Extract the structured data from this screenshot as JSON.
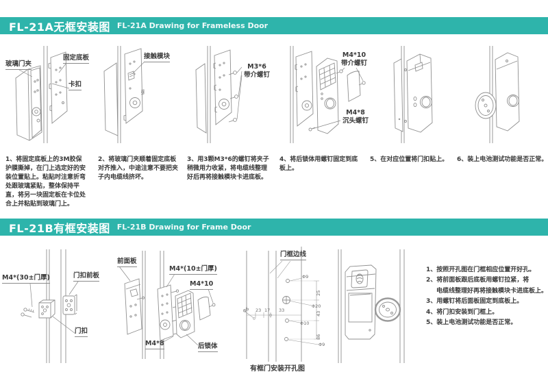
{
  "colors": {
    "header_bg": "#2eb4ab",
    "header_text": "#ffffff",
    "body_text": "#3a3a3a",
    "line_art": "#8f8f8f"
  },
  "section_a": {
    "title_zh": "FL-21A无框安装图",
    "title_en": "FL-21A Drawing for Frameless Door",
    "labels": {
      "glass_clamp": "玻璃门夹",
      "fixed_base_plate": "固定底板",
      "clip": "卡扣",
      "contact_module": "接触模块",
      "m3x6_size": "M3*6",
      "m3x6_type": "带介螺钉",
      "m4x10_size": "M4*10",
      "m4x10_type": "带介螺钉",
      "m4x8_size": "M4*8",
      "m4x8_type": "沉头螺钉"
    },
    "steps": [
      "1、将固定底板上的3M胶保护膜撕掉，在门上选定好的安装位置贴上。粘贴时注意折弯处跟玻璃紧贴，整体保持平直，将另一块固定板在卡位处合上并粘贴到玻璃门上。",
      "2、将玻璃门夹顺着固定底板对齐推入，中途注意不要把夹子内电缆线挤坏。",
      "3、用3颗M3*6的螺钉将夹子稍微用力收紧，将电缆线整理好后再将接触模块卡进底板。",
      "4、将后锁体用螺钉固定到底板上。",
      "5、在对应位置将门扣贴上。",
      "6、装上电池测试功能是否正常。"
    ]
  },
  "section_b": {
    "title_zh": "FL-21B有框安装图",
    "title_en": "FL-21B Drawing for Frame Door",
    "labels": {
      "m4_30_door_thickness": "M4*(30±门厚)",
      "catch_front_plate": "门扣前板",
      "door_catch": "门扣",
      "front_panel": "前面板",
      "m4_10_door_thickness": "M4*(10±门厚)",
      "m4x10": "M4*10",
      "m4x8": "M4*8",
      "rear_lock_body": "后锁体",
      "frame_edge_line": "门框边线"
    },
    "drill_diagram": {
      "caption": "有框门安装开孔图",
      "dims_horizontal": [
        "23",
        "17",
        "33"
      ],
      "dims_vertical": [
        "25",
        "43",
        "86"
      ],
      "dim_left": "Φ6",
      "hole_callouts": [
        "Φ9",
        "Φ20",
        "Φ10",
        "Φ9"
      ]
    },
    "steps_lines": [
      "1、按照开孔图在门框相应位置开好孔。",
      "2、将前面板跟后底板用螺钉拉紧，将",
      "电缆线整理好再将接触模块卡进底板上。",
      "3、用螺钉将后面板固定到底板上。",
      "4、将门扣安装到门框上。",
      "5、装上电池测试功能是否正常。"
    ]
  }
}
